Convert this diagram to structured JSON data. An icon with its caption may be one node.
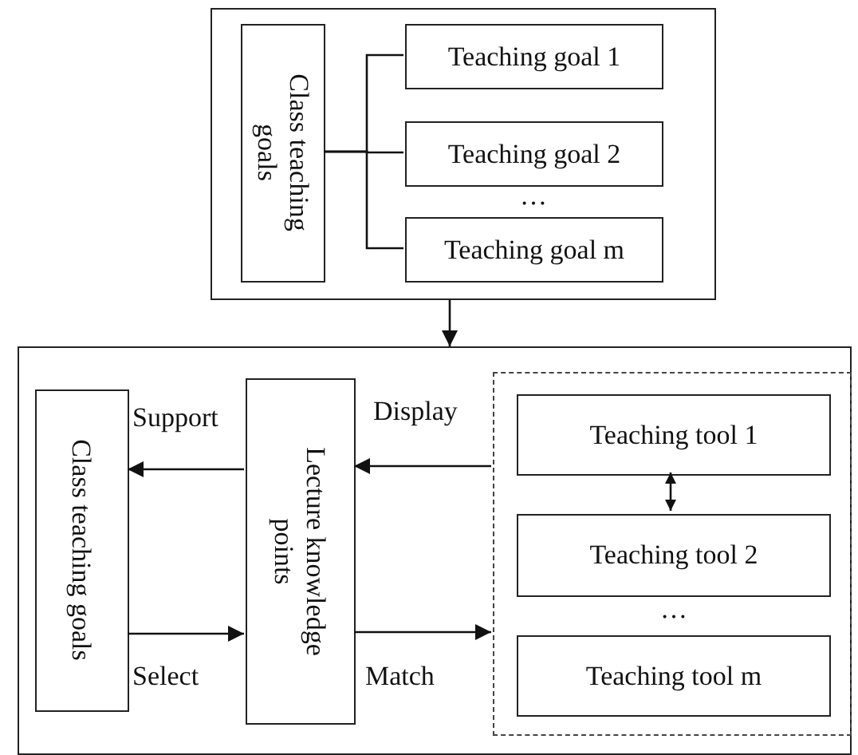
{
  "diagram": {
    "nodes": [
      {
        "text": [],
        "shape": "box"
      },
      {
        "text": [
          "Class teaching goals"
        ],
        "in": 0
      },
      {
        "text": [
          "Teaching goal 1"
        ],
        "in": 0
      },
      {
        "text": [
          "Teaching goal 2"
        ],
        "in": 0
      },
      {
        "text": [
          "Teaching goal m"
        ],
        "in": 0
      },
      {
        "text": [],
        "shape": "box"
      },
      {
        "text": [
          "Class teaching goals"
        ],
        "in": 5
      },
      {
        "text": [
          "Lecture knowledge points"
        ],
        "in": 5
      },
      {
        "text": [],
        "in": 5,
        "shape": "box"
      },
      {
        "text": [
          "Teaching tool 1"
        ],
        "in": 8
      },
      {
        "text": [
          "Teaching tool 2"
        ],
        "in": 8
      },
      {
        "text": [
          "Teaching tool m"
        ],
        "in": 8
      }
    ],
    "edges": [
      {
        "from": 1,
        "to": 2,
        "arrow": "none"
      },
      {
        "from": 1,
        "to": 3,
        "arrow": "none"
      },
      {
        "from": 1,
        "to": 4,
        "arrow": "none"
      },
      {
        "from": 0,
        "to": 5,
        "arrow": "to"
      },
      {
        "from": 7,
        "to": 6,
        "arrow": "to",
        "label": "Support"
      },
      {
        "from": 8,
        "to": 7,
        "arrow": "to",
        "label": "Display"
      },
      {
        "from": 6,
        "to": 7,
        "arrow": "to",
        "label": "Select"
      },
      {
        "from": 7,
        "to": 8,
        "arrow": "to",
        "label": "Match"
      },
      {
        "from": 9,
        "to": 10,
        "arrow": "both"
      }
    ],
    "labels": [
      "…",
      "…"
    ]
  }
}
